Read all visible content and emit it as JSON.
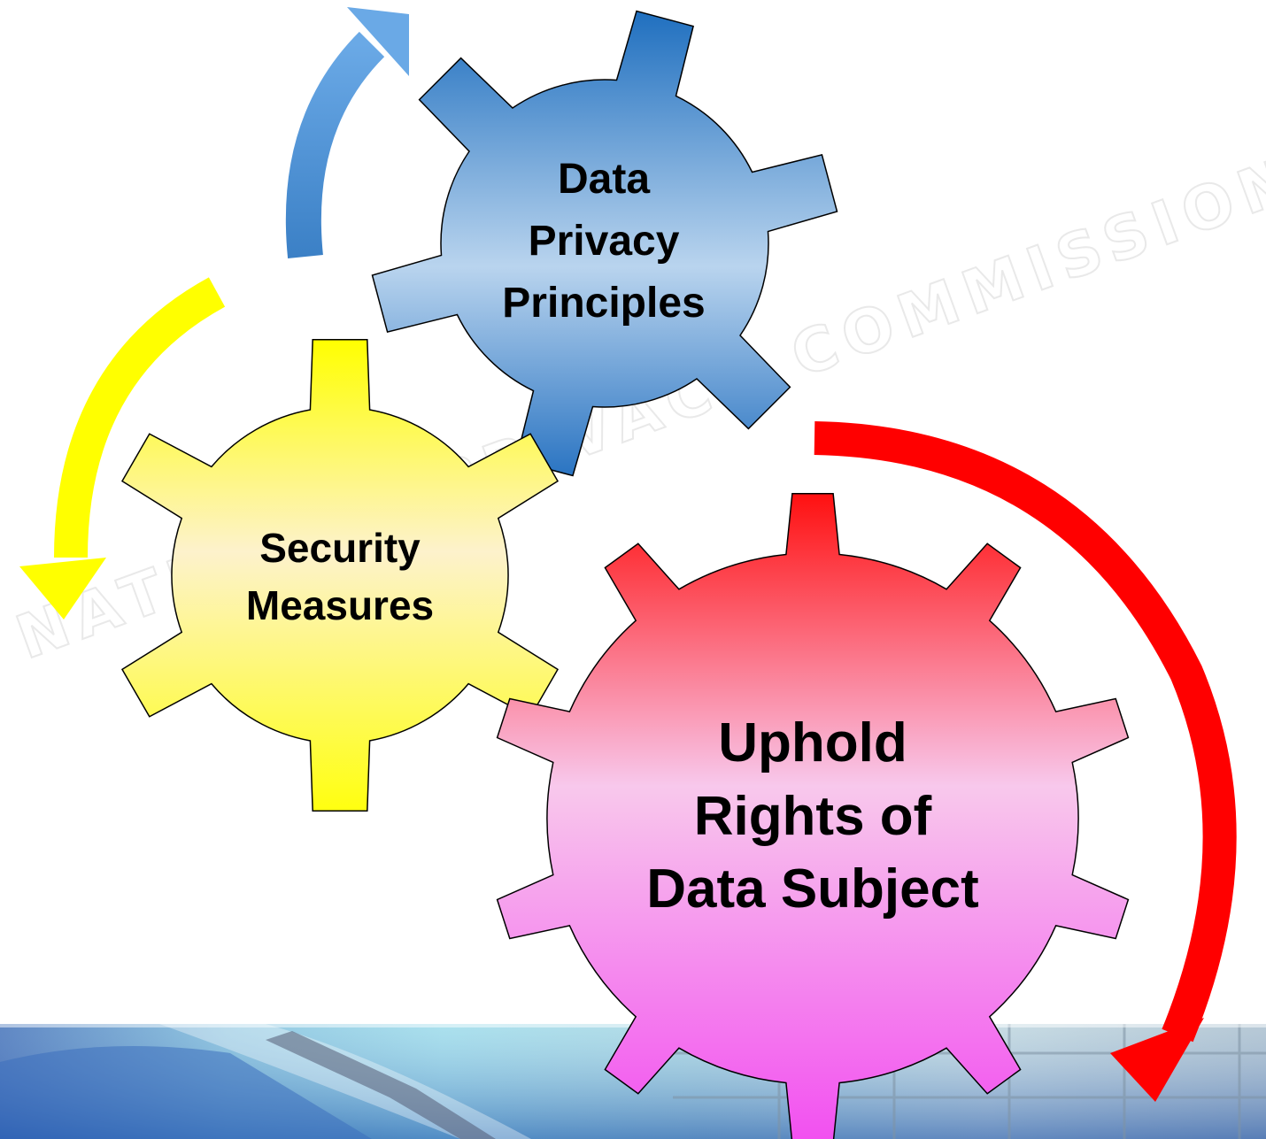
{
  "diagram": {
    "gears": [
      {
        "id": "principles",
        "lines": [
          "Data",
          "Privacy",
          "Principles"
        ],
        "top_color": "#1f6fbf",
        "bottom_color": "#c7dcf0"
      },
      {
        "id": "security",
        "lines": [
          "Security",
          "Measures"
        ],
        "top_color": "#ffff00",
        "bottom_color": "#fdf2cc"
      },
      {
        "id": "rights",
        "lines": [
          "Uphold",
          "Rights of",
          "Data Subject"
        ],
        "top_color": "#ff2020",
        "bottom_color": "#f97ef5"
      }
    ],
    "arrows": [
      {
        "id": "blue-arrow",
        "color": "#4a8fd4"
      },
      {
        "id": "yellow-arrow",
        "color": "#ffff00"
      },
      {
        "id": "red-arrow",
        "color": "#ff0000"
      }
    ],
    "watermark": "NATIONAL PRIVACY COMMISSION"
  }
}
